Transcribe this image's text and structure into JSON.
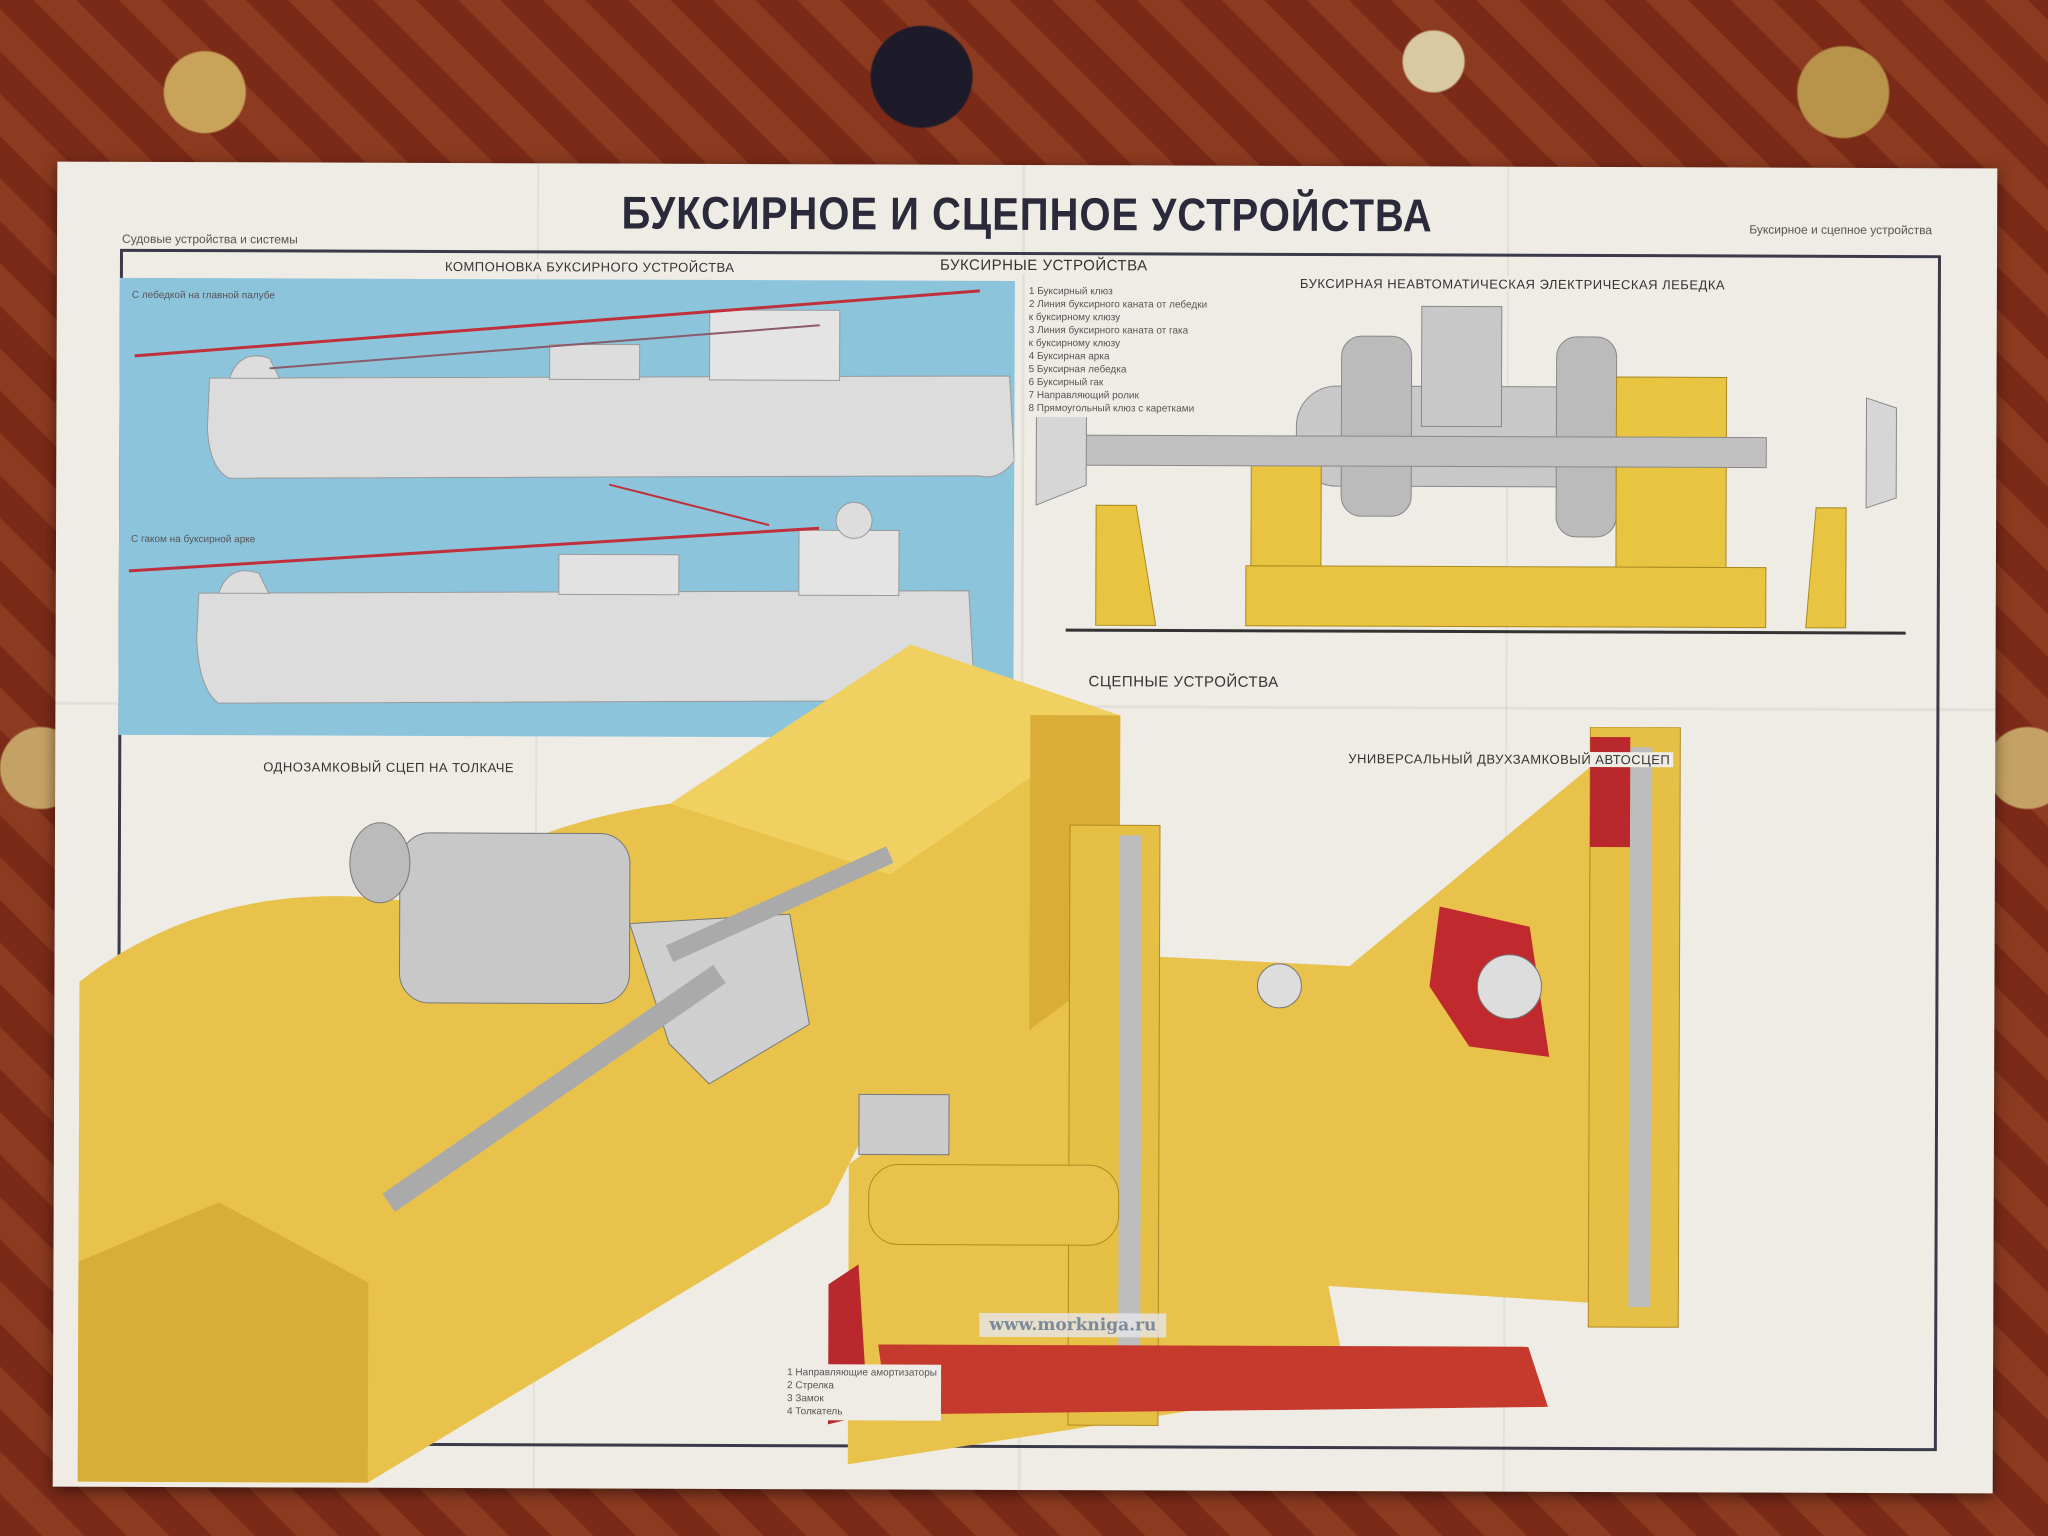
{
  "poster": {
    "title": "БУКСИРНОЕ И СЦЕПНОЕ УСТРОЙСТВА",
    "corner_left": "Судовые устройства и системы",
    "corner_right": "Буксирное и сцепное устройства",
    "section_towing": "БУКСИРНЫЕ УСТРОЙСТВА",
    "towing_layout": "КОМПОНОВКА БУКСИРНОГО УСТРОЙСТВА",
    "winch": "БУКСИРНАЯ НЕАВТОМАТИЧЕСКАЯ ЭЛЕКТРИЧЕСКАЯ ЛЕБЕДКА",
    "section_coupling": "СЦЕПНЫЕ УСТРОЙСТВА",
    "single_lock": "ОДНОЗАМКОВЫЙ СЦЕП НА ТОЛКАЧЕ",
    "universal": "УНИВЕРСАЛЬНЫЙ ДВУХЗАМКОВЫЙ АВТОСЦЕП",
    "ship1_caption": "С лебедкой на главной палубе",
    "ship2_caption": "С гаком на буксирной арке",
    "towing_legend": [
      "1  Буксирный клюз",
      "2  Линия буксирного каната от лебедки",
      "    к буксирному клюзу",
      "3  Линия буксирного каната от гака",
      "    к буксирному клюзу",
      "4  Буксирная арка",
      "5  Буксирная лебедка",
      "6  Буксирный гак",
      "7  Направляющий ролик",
      "8  Прямоугольный клюз с каретками"
    ],
    "single_legend": [
      "1  Направляющие амортизаторы",
      "2  Стрелка",
      "3  Замок",
      "4  Толкатель"
    ],
    "watermark": "www.morkniga.ru"
  }
}
